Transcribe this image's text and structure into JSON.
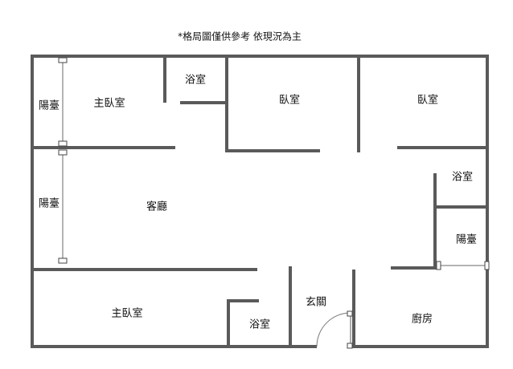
{
  "note": "*格局圖僅供參考 依現況為主",
  "rooms": {
    "master_bedroom_top": "主臥室",
    "bath_top": "浴室",
    "bedroom_center": "臥室",
    "bedroom_right": "臥室",
    "balcony_top": "陽臺",
    "balcony_left": "陽臺",
    "living_room": "客廳",
    "bath_right": "浴室",
    "balcony_right": "陽臺",
    "master_bedroom_bottom": "主臥室",
    "bath_bottom": "浴室",
    "entrance": "玄關",
    "kitchen": "廚房"
  }
}
